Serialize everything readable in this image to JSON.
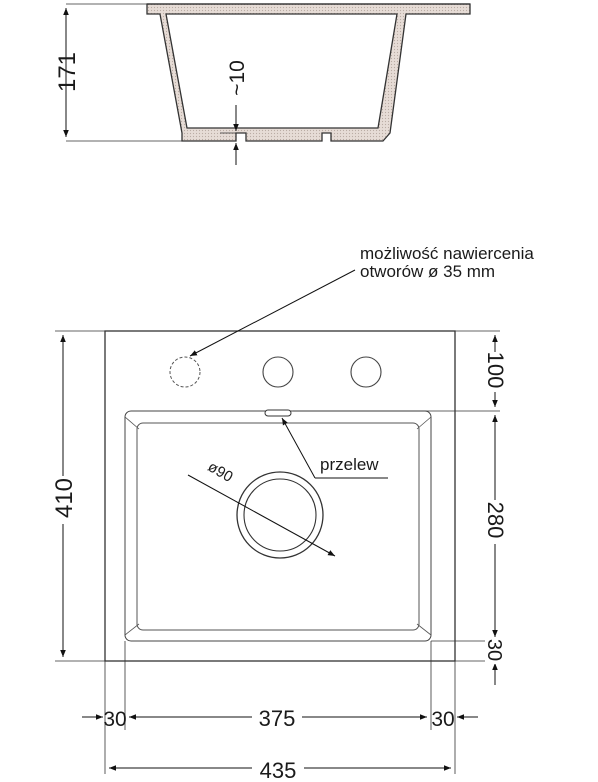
{
  "dimensions": {
    "depth": "171",
    "bottom_thickness": "~10",
    "length": "410",
    "back_margin": "100",
    "bowl_length": "280",
    "front_margin": "30",
    "left_margin": "30",
    "bowl_width": "375",
    "right_margin": "30",
    "width": "435"
  },
  "labels": {
    "tap_hole_note_line1": "możliwość nawiercenia",
    "tap_hole_note_line2": "otworów ø 35 mm",
    "overflow": "przelew",
    "drain_diameter": "ø90"
  }
}
